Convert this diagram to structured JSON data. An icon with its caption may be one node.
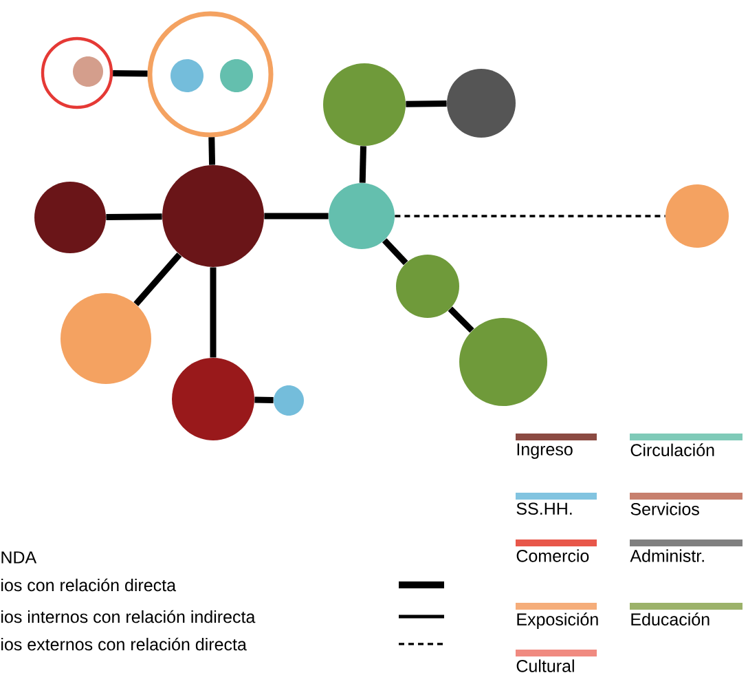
{
  "diagram": {
    "nodes": [
      {
        "text": [],
        "shape": "circle"
      },
      {
        "text": [],
        "shape": "circle",
        "in": 0
      },
      {
        "text": [],
        "shape": "circle"
      },
      {
        "text": [],
        "shape": "circle",
        "in": 2
      },
      {
        "text": [],
        "shape": "circle",
        "in": 2
      },
      {
        "text": [],
        "shape": "circle"
      },
      {
        "text": [],
        "shape": "circle"
      },
      {
        "text": [],
        "shape": "circle"
      },
      {
        "text": [],
        "shape": "circle"
      },
      {
        "text": [],
        "shape": "circle"
      },
      {
        "text": [],
        "shape": "circle"
      },
      {
        "text": [],
        "shape": "circle"
      },
      {
        "text": [],
        "shape": "circle"
      },
      {
        "text": [],
        "shape": "circle"
      },
      {
        "text": [],
        "shape": "circle"
      },
      {
        "text": [],
        "shape": "circle"
      }
    ],
    "edges": [
      {
        "from": 0,
        "to": 2,
        "arrow": "none"
      },
      {
        "from": 2,
        "to": 5,
        "arrow": "none"
      },
      {
        "from": 6,
        "to": 5,
        "arrow": "none"
      },
      {
        "from": 5,
        "to": 10,
        "arrow": "none"
      },
      {
        "from": 5,
        "to": 7,
        "arrow": "none"
      },
      {
        "from": 5,
        "to": 8,
        "arrow": "none"
      },
      {
        "from": 8,
        "to": 9,
        "arrow": "none"
      },
      {
        "from": 10,
        "to": 11,
        "arrow": "none"
      },
      {
        "from": 11,
        "to": 12,
        "arrow": "none"
      },
      {
        "from": 10,
        "to": 13,
        "arrow": "none",
        "style": "dashed"
      },
      {
        "from": 10,
        "to": 14,
        "arrow": "none"
      },
      {
        "from": 14,
        "to": 15,
        "arrow": "none"
      }
    ],
    "labels": [
      "NDA"
    ],
    "legend": [
      {
        "text": "Ingreso",
        "color": "#8b4a42"
      },
      {
        "text": "Circulación",
        "color": "#7fcab8"
      },
      {
        "text": "SS.HH.",
        "color": "#82c4e0"
      },
      {
        "text": "Servicios",
        "color": "#c7806e"
      },
      {
        "text": "Comercio",
        "color": "#e8574a"
      },
      {
        "text": "Administr.",
        "color": "#808080"
      },
      {
        "text": "Exposición",
        "color": "#f5ad7a"
      },
      {
        "text": "Educación",
        "color": "#9cb26a"
      },
      {
        "text": "Cultural",
        "color": "#f08a80"
      },
      {
        "text": "ios con relación directa"
      },
      {
        "text": "ios internos con relación indirecta"
      },
      {
        "text": "ios externos con relación directa"
      }
    ]
  }
}
